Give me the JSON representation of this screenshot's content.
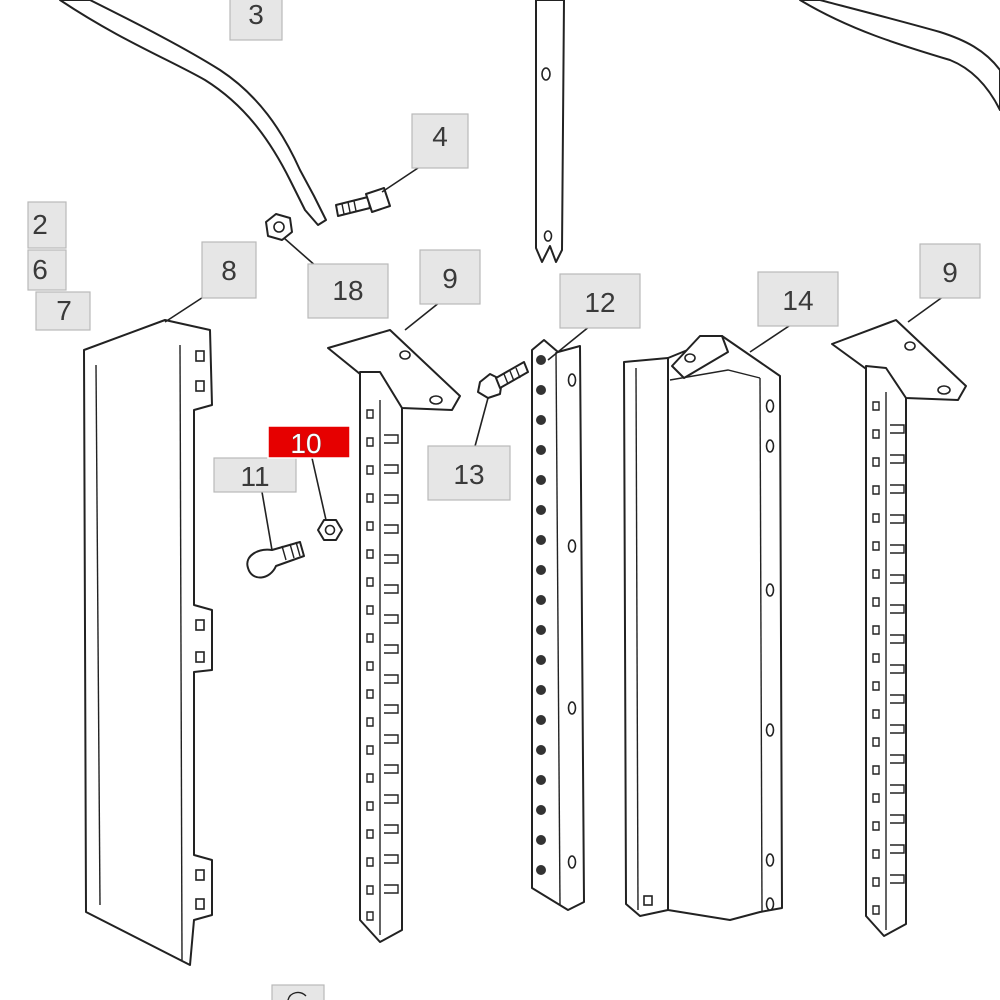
{
  "callouts": {
    "c3": "3",
    "c4": "4",
    "c2": "2",
    "c6": "6",
    "c7": "7",
    "c8": "8",
    "c18": "18",
    "c9a": "9",
    "c9b": "9",
    "c12": "12",
    "c14": "14",
    "c13": "13",
    "c10": "10",
    "c11": "11"
  },
  "highlight": {
    "part": "10",
    "color": "#e60000"
  }
}
